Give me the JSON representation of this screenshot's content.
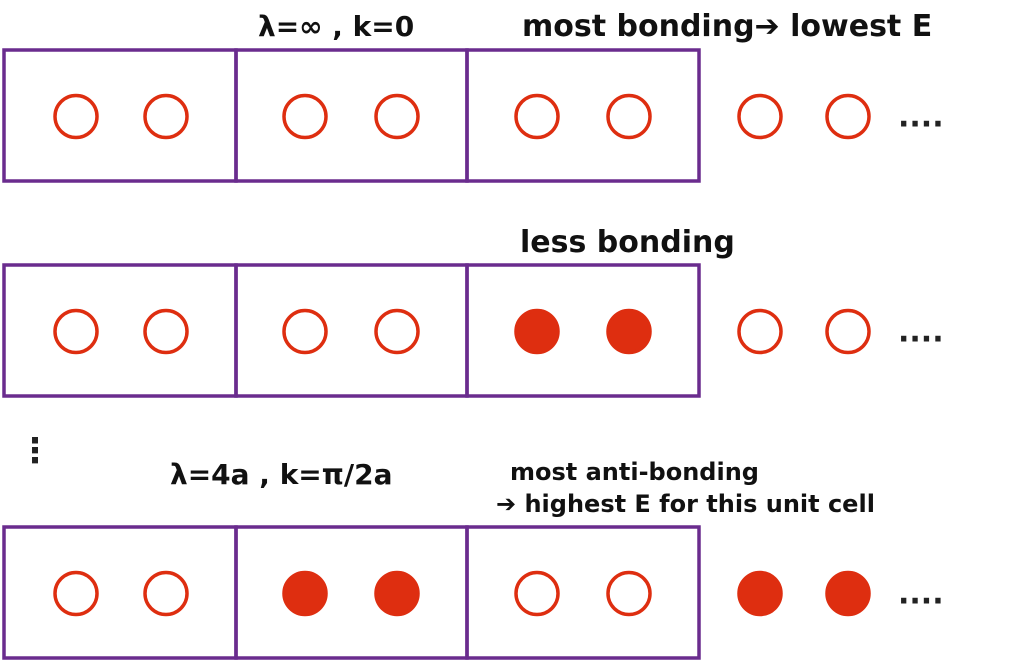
{
  "colors": {
    "cell_outline": "#6a2c8e",
    "orbital": "#de2e10",
    "text": "#111111"
  },
  "labels": {
    "row1_wave": "λ=∞ , k=0",
    "row1_note": "most bonding➔ lowest E",
    "row2_note": "less bonding",
    "row3_wave": "λ=4a , k=π/2a",
    "row3_note_line1": "most anti-bonding",
    "row3_note_line2": "➔ highest E for this unit cell",
    "continuation": "....",
    "vertical_ellipsis": "⋮"
  },
  "rows": [
    {
      "orbitals": [
        false,
        false,
        false,
        false,
        false,
        false,
        false,
        false
      ]
    },
    {
      "orbitals": [
        false,
        false,
        false,
        false,
        true,
        true,
        false,
        false
      ]
    },
    {
      "orbitals": [
        false,
        false,
        true,
        true,
        false,
        false,
        true,
        true
      ]
    }
  ]
}
